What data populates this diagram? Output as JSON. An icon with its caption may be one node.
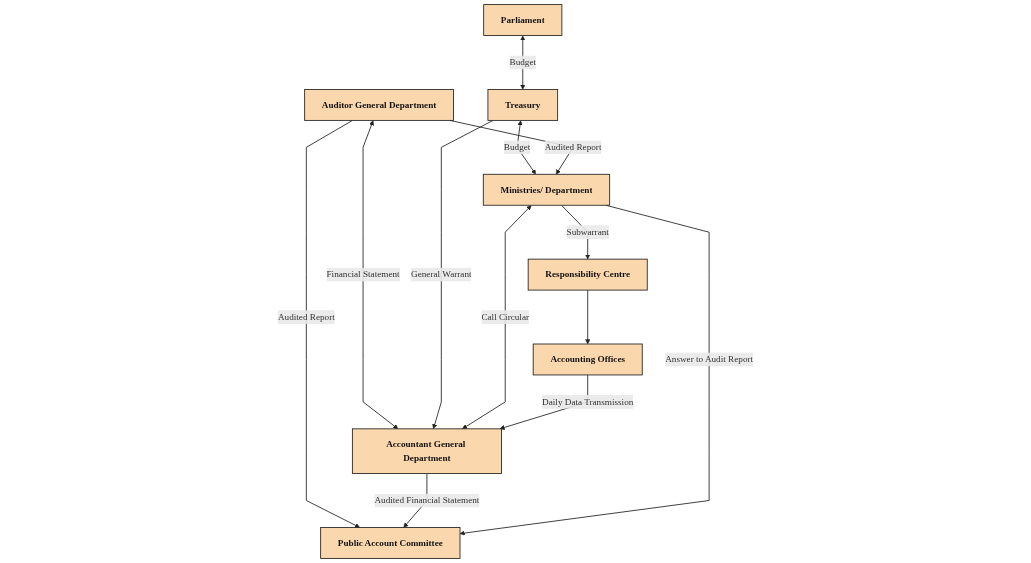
{
  "diagram": {
    "nodes": [
      {
        "text": [
          "Public Account Committee"
        ]
      },
      {
        "text": [
          "Parliament"
        ]
      },
      {
        "text": [
          "Auditor General Department"
        ]
      },
      {
        "text": [
          "Accountant General Department"
        ]
      },
      {
        "text": [
          "Treasury"
        ]
      },
      {
        "text": [
          "Ministries/ Department"
        ]
      },
      {
        "text": [
          "Responsibility Centre"
        ]
      },
      {
        "text": [
          "Accounting Offices"
        ]
      }
    ],
    "edges": [
      {
        "from": 2,
        "to": 0,
        "arrow": "to",
        "label": "Audited Report"
      },
      {
        "from": 3,
        "to": 0,
        "arrow": "to",
        "label": "Audited Financial Statement"
      },
      {
        "from": 5,
        "to": 0,
        "arrow": "to",
        "label": "Answer to Audit Report"
      },
      {
        "from": 1,
        "to": 4,
        "arrow": "both",
        "label": "Budget"
      },
      {
        "from": 2,
        "to": 3,
        "arrow": "both",
        "label": "Financial Statement"
      },
      {
        "from": 4,
        "to": 3,
        "arrow": "to",
        "label": "General Warrant"
      },
      {
        "from": 4,
        "to": 5,
        "arrow": "both",
        "label": "Budget"
      },
      {
        "from": 5,
        "to": 6,
        "arrow": "to",
        "label": "Subwarrant"
      },
      {
        "from": 6,
        "to": 7,
        "arrow": "to"
      },
      {
        "from": 5,
        "to": 3,
        "arrow": "both",
        "label": "Call Circular"
      },
      {
        "from": 7,
        "to": 3,
        "arrow": "to",
        "label": "Daily Data Transmission"
      },
      {
        "from": 2,
        "to": 5,
        "arrow": "to",
        "label": "Audited Report"
      }
    ]
  }
}
